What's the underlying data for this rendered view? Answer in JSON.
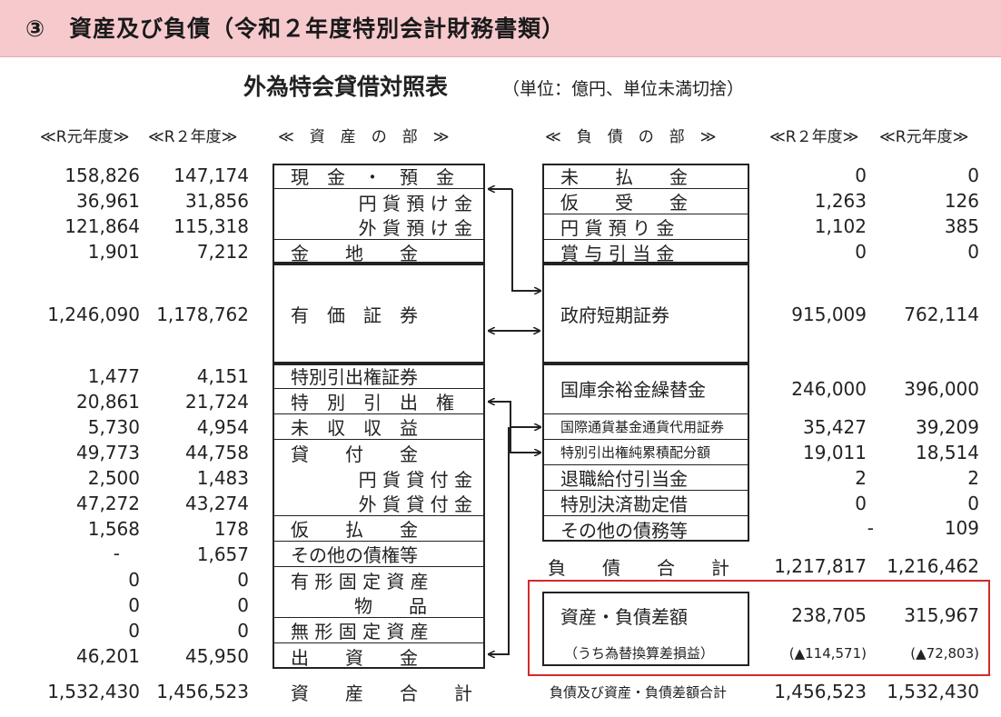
{
  "banner": {
    "title": "③　資産及び負債（令和２年度特別会計財務書類）"
  },
  "doc": {
    "title": "外為特会貸借対照表",
    "unit": "（単位：億円、単位未満切捨）"
  },
  "headers": {
    "left_r1": "≪R元年度≫",
    "left_r2": "≪R２年度≫",
    "assets": "≪　資　産　の　部　≫",
    "liabilities": "≪　負　債　の　部　≫",
    "right_r2": "≪R２年度≫",
    "right_r1": "≪R元年度≫"
  },
  "assets": [
    {
      "label": "現　金　・　預　金",
      "r1": "158,826",
      "r2": "147,174"
    },
    {
      "label": "円 貨 預 け 金",
      "r1": "36,961",
      "r2": "31,856"
    },
    {
      "label": "外 貨 預 け 金",
      "r1": "121,864",
      "r2": "115,318"
    },
    {
      "label": "金　　地　　金",
      "r1": "1,901",
      "r2": "7,212"
    },
    {
      "label": "有　価　証　券",
      "r1": "1,246,090",
      "r2": "1,178,762"
    },
    {
      "label": "特別引出権証券",
      "r1": "1,477",
      "r2": "4,151"
    },
    {
      "label": "特　別　引　出　権",
      "r1": "20,861",
      "r2": "21,724"
    },
    {
      "label": "未　収　収　益",
      "r1": "5,730",
      "r2": "4,954"
    },
    {
      "label": "貸　　付　　金",
      "r1": "49,773",
      "r2": "44,758"
    },
    {
      "label": "円 貨 貸 付 金",
      "r1": "2,500",
      "r2": "1,483"
    },
    {
      "label": "外 貨 貸 付 金",
      "r1": "47,272",
      "r2": "43,274"
    },
    {
      "label": "仮　　払　　金",
      "r1": "1,568",
      "r2": "178"
    },
    {
      "label": "その他の債権等",
      "r1": "-",
      "r2": "1,657"
    },
    {
      "label": "有 形 固 定 資 産",
      "r1": "0",
      "r2": "0"
    },
    {
      "label": "物　　品",
      "r1": "0",
      "r2": "0"
    },
    {
      "label": "無 形 固 定 資 産",
      "r1": "0",
      "r2": "0"
    },
    {
      "label": "出　　資　　金",
      "r1": "46,201",
      "r2": "45,950"
    }
  ],
  "assets_total": {
    "label": "資　　産　　合　　計",
    "r1": "1,532,430",
    "r2": "1,456,523"
  },
  "liabilities": [
    {
      "label": "未　　払　　金",
      "r2": "0",
      "r1": "0"
    },
    {
      "label": "仮　　受　　金",
      "r2": "1,263",
      "r1": "126"
    },
    {
      "label": "円 貨 預 り 金",
      "r2": "1,102",
      "r1": "385"
    },
    {
      "label": "賞 与 引 当 金",
      "r2": "0",
      "r1": "0"
    },
    {
      "label": "政府短期証券",
      "r2": "915,009",
      "r1": "762,114"
    },
    {
      "label": "国庫余裕金繰替金",
      "r2": "246,000",
      "r1": "396,000"
    },
    {
      "label": "国際通貨基金通貨代用証券",
      "r2": "35,427",
      "r1": "39,209"
    },
    {
      "label": "特別引出権純累積配分額",
      "r2": "19,011",
      "r1": "18,514"
    },
    {
      "label": "退職給付引当金",
      "r2": "2",
      "r1": "2"
    },
    {
      "label": "特別決済勘定借",
      "r2": "0",
      "r1": "0"
    },
    {
      "label": "その他の債務等",
      "r2": "-",
      "r1": "109"
    }
  ],
  "liabilities_total": {
    "label": "負　　債　　合　　計",
    "r2": "1,217,817",
    "r1": "1,216,462"
  },
  "net_assets": {
    "label": "資産・負債差額",
    "r2": "238,705",
    "r1": "315,967",
    "sub_label": "（うち為替換算差損益）",
    "sub_r2": "(▲114,571)",
    "sub_r1": "(▲72,803)"
  },
  "grand_total": {
    "label": "負債及び資産・負債差額合計",
    "r2": "1,456,523",
    "r1": "1,532,430"
  },
  "colors": {
    "banner": "#f6c9cd",
    "highlight_border": "#d12a2a"
  }
}
